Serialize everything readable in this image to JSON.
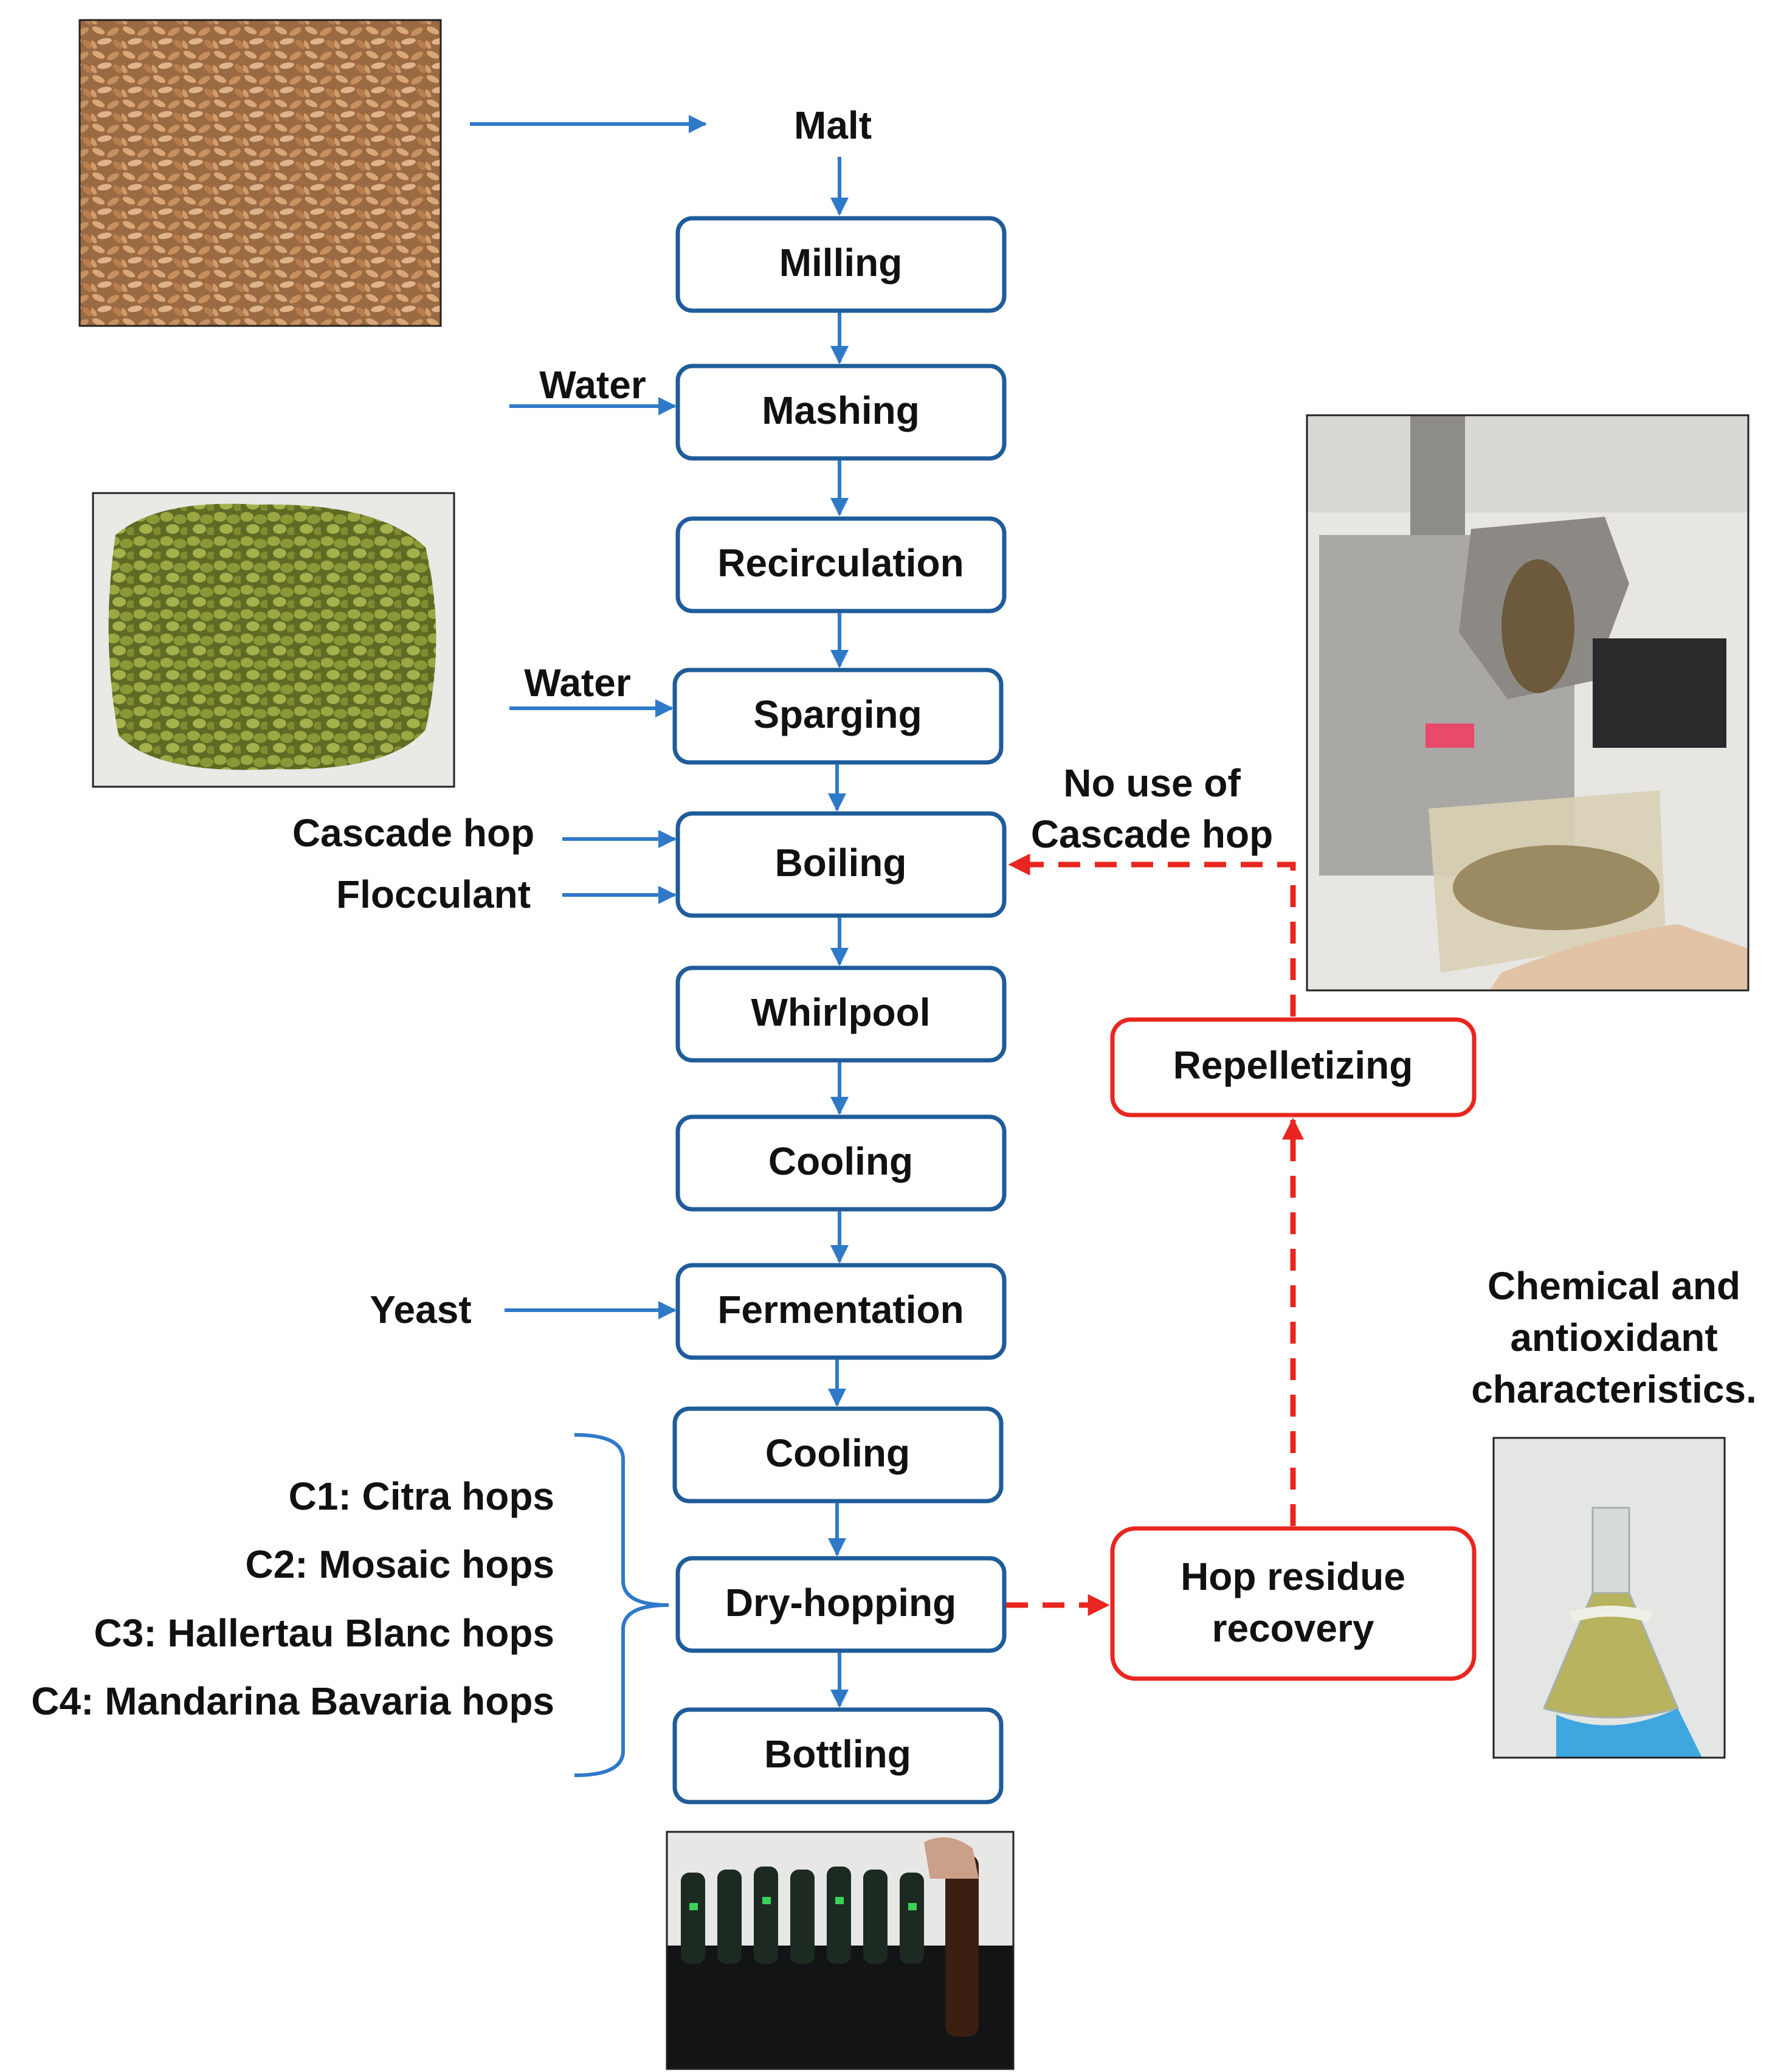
{
  "inputs": {
    "malt": "Malt",
    "water_1": "Water",
    "water_2": "Water",
    "cascade_hop": "Cascade hop",
    "flocculant": "Flocculant",
    "yeast": "Yeast"
  },
  "steps": [
    "Milling",
    "Mashing",
    "Recirculation",
    "Sparging",
    "Boiling",
    "Whirlpool",
    "Cooling",
    "Fermentation",
    "Cooling",
    "Dry-hopping",
    "Bottling"
  ],
  "hop_variants": [
    "C1: Citra hops",
    "C2: Mosaic hops",
    "C3: Hallertau Blanc hops",
    "C4: Mandarina Bavaria hops"
  ],
  "recovery": {
    "hop_residue_line1": "Hop residue",
    "hop_residue_line2": "recovery",
    "repelletizing": "Repelletizing",
    "no_use_line1": "No use of",
    "no_use_line2": "Cascade hop"
  },
  "analysis": {
    "line1": "Chemical and",
    "line2": "antioxidant",
    "line3": "characteristics."
  },
  "photos": {
    "malt": "malt-grains-photo",
    "hop_pellets": "hop-pellets-photo",
    "pelletizer": "pelletizer-machine-photo",
    "flask": "flask-extract-photo",
    "bottles": "beer-bottles-photo"
  },
  "colors": {
    "process_box": "#1f5c99",
    "process_arrow": "#2f79c9",
    "recovery": "#e8261f"
  }
}
